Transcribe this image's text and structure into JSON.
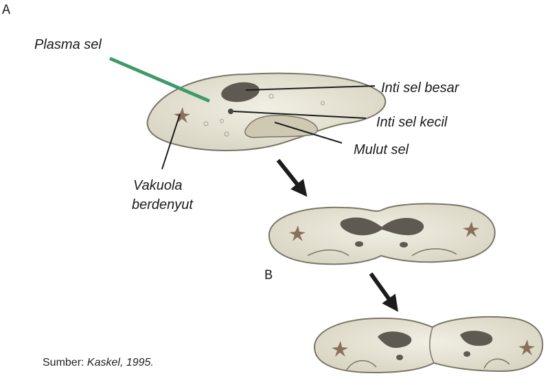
{
  "stage_labels": {
    "a": "A",
    "b": "B"
  },
  "labels": {
    "plasma": "Plasma sel",
    "macronucleus": "Inti sel besar",
    "micronucleus": "Inti sel kecil",
    "mouth": "Mulut sel",
    "vacuole_line1": "Vakuola",
    "vacuole_line2": "berdenyut"
  },
  "source": {
    "prefix": "Sumber:",
    "citation": "Kaskel, 1995."
  },
  "colors": {
    "pointer_green": "#3f9a6a",
    "pointer_dark": "#1c1c1c",
    "cell_fill": "#e7e4d6",
    "cell_edge": "#7a7566",
    "nucleus": "#5e5a52"
  }
}
